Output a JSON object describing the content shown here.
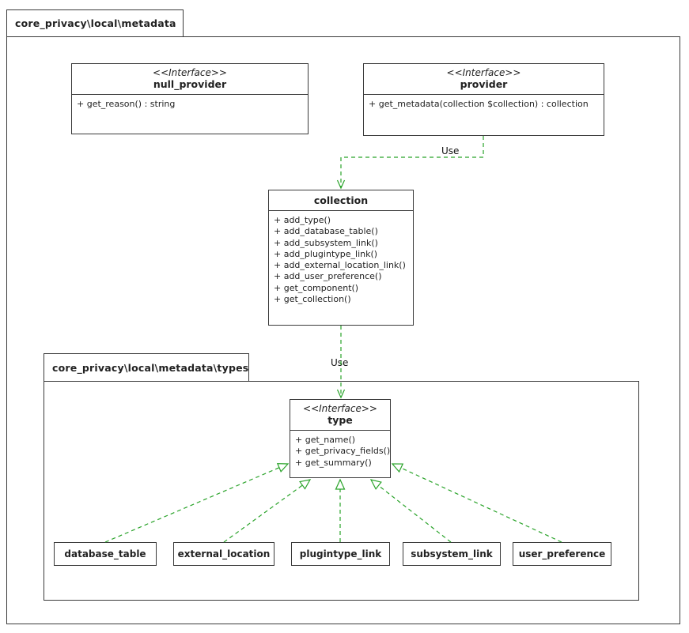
{
  "packages": {
    "outer": {
      "label": "core_privacy\\local\\metadata"
    },
    "inner": {
      "label": "core_privacy\\local\\metadata\\types"
    }
  },
  "classes": {
    "null_provider": {
      "stereotype": "<<Interface>>",
      "name": "null_provider",
      "methods": [
        "+ get_reason() : string"
      ]
    },
    "provider": {
      "stereotype": "<<Interface>>",
      "name": "provider",
      "methods": [
        "+ get_metadata(collection $collection) : collection"
      ]
    },
    "collection": {
      "name": "collection",
      "methods": [
        "+ add_type()",
        "+ add_database_table()",
        "+ add_subsystem_link()",
        "+ add_plugintype_link()",
        "+ add_external_location_link()",
        "+ add_user_preference()",
        "+ get_component()",
        "+ get_collection()"
      ]
    },
    "type": {
      "stereotype": "<<Interface>>",
      "name": "type",
      "methods": [
        "+ get_name()",
        "+ get_privacy_fields()",
        "+ get_summary()"
      ]
    },
    "database_table": {
      "name": "database_table"
    },
    "external_location": {
      "name": "external_location"
    },
    "plugintype_link": {
      "name": "plugintype_link"
    },
    "subsystem_link": {
      "name": "subsystem_link"
    },
    "user_preference": {
      "name": "user_preference"
    }
  },
  "edges": {
    "provider_to_collection_label": "Use",
    "collection_to_type_label": "Use"
  },
  "colors": {
    "edge_green": "#29a329",
    "line": "#3a3a3a"
  }
}
